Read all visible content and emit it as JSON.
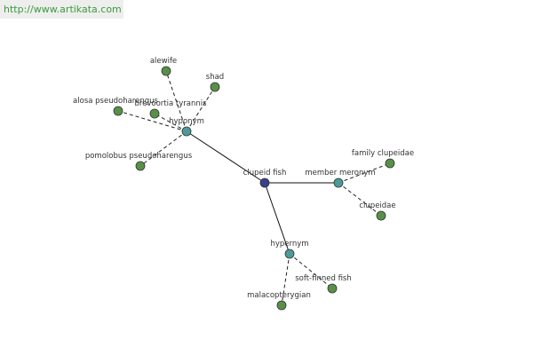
{
  "watermark": "http://www.artikata.com",
  "colors": {
    "center": "#3a3f8f",
    "relation": "#4e9a9a",
    "leaf": "#5a8f4a",
    "watermark_text": "#3d9a3d"
  },
  "nodes": [
    {
      "id": "center",
      "label": "clupeid fish",
      "kind": "center"
    },
    {
      "id": "hyponym",
      "label": "hyponym",
      "kind": "relation"
    },
    {
      "id": "member",
      "label": "member meronym",
      "kind": "relation"
    },
    {
      "id": "hypernym",
      "label": "hypernym",
      "kind": "relation"
    },
    {
      "id": "alewife",
      "label": "alewife",
      "kind": "leaf"
    },
    {
      "id": "shad",
      "label": "shad",
      "kind": "leaf"
    },
    {
      "id": "alosa",
      "label": "alosa pseudoharengus",
      "kind": "leaf"
    },
    {
      "id": "brevoortia",
      "label": "brevoortia tyrannis",
      "kind": "leaf"
    },
    {
      "id": "pomolobus",
      "label": "pomolobus pseudoharengus",
      "kind": "leaf"
    },
    {
      "id": "family",
      "label": "family clupeidae",
      "kind": "leaf"
    },
    {
      "id": "clupeidae",
      "label": "clupeidae",
      "kind": "leaf"
    },
    {
      "id": "softfinned",
      "label": "soft-finned fish",
      "kind": "leaf"
    },
    {
      "id": "malaco",
      "label": "malacopterygian",
      "kind": "leaf"
    }
  ],
  "edges": [
    {
      "from": "center",
      "to": "hyponym",
      "style": "solid"
    },
    {
      "from": "center",
      "to": "member",
      "style": "solid"
    },
    {
      "from": "center",
      "to": "hypernym",
      "style": "solid"
    },
    {
      "from": "hyponym",
      "to": "alewife",
      "style": "dashed"
    },
    {
      "from": "hyponym",
      "to": "shad",
      "style": "dashed"
    },
    {
      "from": "hyponym",
      "to": "alosa",
      "style": "dashed"
    },
    {
      "from": "hyponym",
      "to": "brevoortia",
      "style": "dashed"
    },
    {
      "from": "hyponym",
      "to": "pomolobus",
      "style": "dashed"
    },
    {
      "from": "member",
      "to": "family",
      "style": "dashed"
    },
    {
      "from": "member",
      "to": "clupeidae",
      "style": "dashed"
    },
    {
      "from": "hypernym",
      "to": "softfinned",
      "style": "dashed"
    },
    {
      "from": "hypernym",
      "to": "malaco",
      "style": "dashed"
    }
  ]
}
